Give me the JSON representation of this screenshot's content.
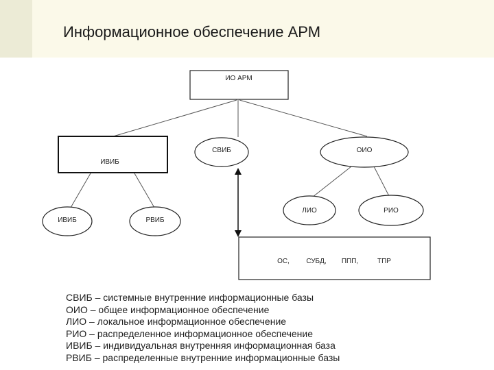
{
  "slide": {
    "title": "Информационное обеспечение АРМ"
  },
  "diagram": {
    "root": "ИО АРМ",
    "ivib_box": "ИВИБ",
    "sviv": "СВИБ",
    "oio": "ОИО",
    "ivib_leaf": "ИВИБ",
    "rvib_leaf": "РВИБ",
    "lio": "ЛИО",
    "rio": "РИО",
    "software": {
      "os": "ОС,",
      "subd": "СУБД,",
      "ppp": "ППП,",
      "tpr": "ТПР"
    }
  },
  "legend": [
    "СВИБ – системные внутренние информационные базы",
    "ОИО – общее информационное обеспечение",
    "ЛИО – локальное информационное обеспечение",
    "РИО – распределенное информационное обеспечение",
    "ИВИБ – индивидуальная внутренняя информационная база",
    "РВИБ – распределенные внутренние информационные базы"
  ]
}
